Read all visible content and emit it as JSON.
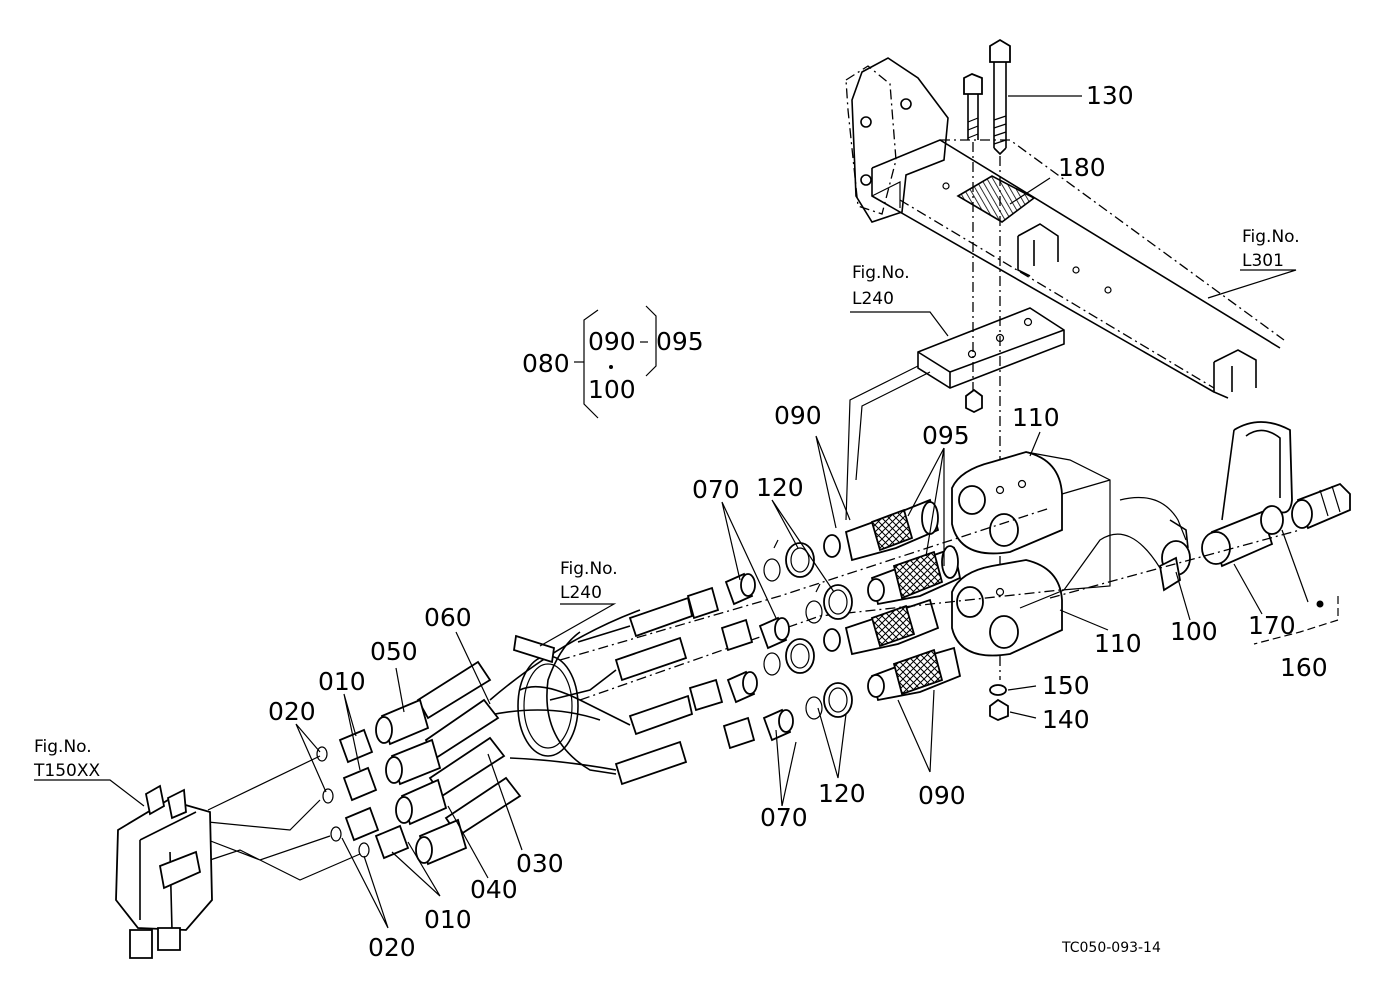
{
  "labels": {
    "p130": "130",
    "p180": "180",
    "p080": "080",
    "p090_bracket": "090",
    "p095_bracket": "095",
    "p100_bracket": "100",
    "p090_top": "090",
    "p095_top": "095",
    "p110_top": "110",
    "p070_top": "070",
    "p120_top": "120",
    "p060": "060",
    "p050": "050",
    "p010_top": "010",
    "p020_top": "020",
    "p110_bottom": "110",
    "p100": "100",
    "p170": "170",
    "p160": "160",
    "p150": "150",
    "p140": "140",
    "p120_bottom": "120",
    "p090_bottom": "090",
    "p070_bottom": "070",
    "p030": "030",
    "p040": "040",
    "p010_bottom": "010",
    "p020_bottom": "020"
  },
  "fig_refs": {
    "l301": {
      "title": "Fig.No.",
      "code": "L301"
    },
    "l240_top": {
      "title": "Fig.No.",
      "code": "L240"
    },
    "l240_band": {
      "title": "Fig.No.",
      "code": "L240"
    },
    "t150": {
      "title": "Fig.No.",
      "code": "T150XX"
    }
  },
  "drawing_code": "TC050-093-14"
}
